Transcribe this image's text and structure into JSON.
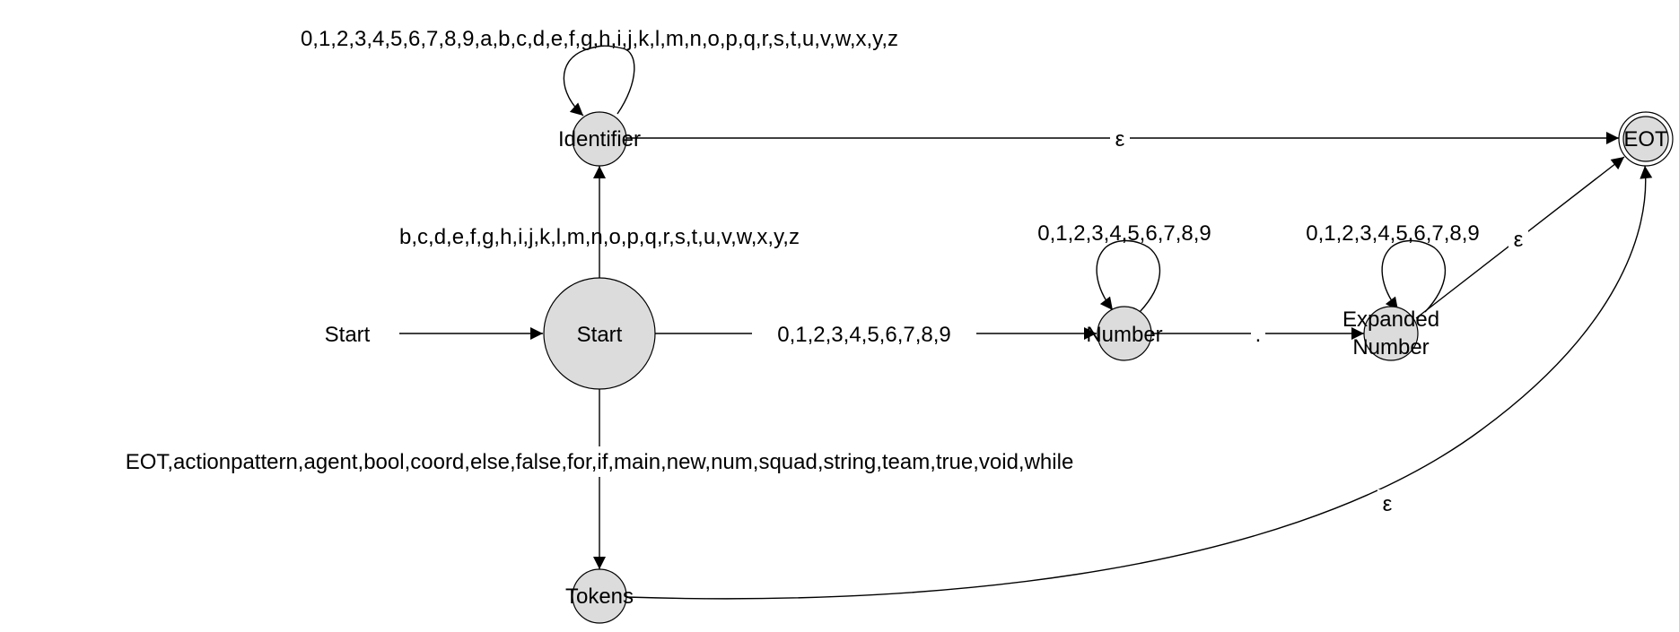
{
  "colors": {
    "state_fill": "#dcdcdc",
    "stroke": "#000000",
    "background": "#ffffff"
  },
  "entry_label": "Start",
  "states": {
    "start": "Start",
    "identifier": "Identifier",
    "number": "Number",
    "expanded_line1": "Expanded",
    "expanded_line2": "Number",
    "tokens": "Tokens",
    "eot": "EOT"
  },
  "edges": {
    "identifier_loop": "0,1,2,3,4,5,6,7,8,9,a,b,c,d,e,f,g,h,i,j,k,l,m,n,o,p,q,r,s,t,u,v,w,x,y,z",
    "start_to_identifier": "b,c,d,e,f,g,h,i,j,k,l,m,n,o,p,q,r,s,t,u,v,w,x,y,z",
    "start_to_number": "0,1,2,3,4,5,6,7,8,9",
    "number_loop": "0,1,2,3,4,5,6,7,8,9",
    "number_to_expanded": ".",
    "expanded_loop": "0,1,2,3,4,5,6,7,8,9",
    "start_to_tokens": "EOT,actionpattern,agent,bool,coord,else,false,for,if,main,new,num,squad,string,team,true,void,while",
    "identifier_to_eot": "ε",
    "expanded_to_eot": "ε",
    "tokens_to_eot": "ε"
  }
}
